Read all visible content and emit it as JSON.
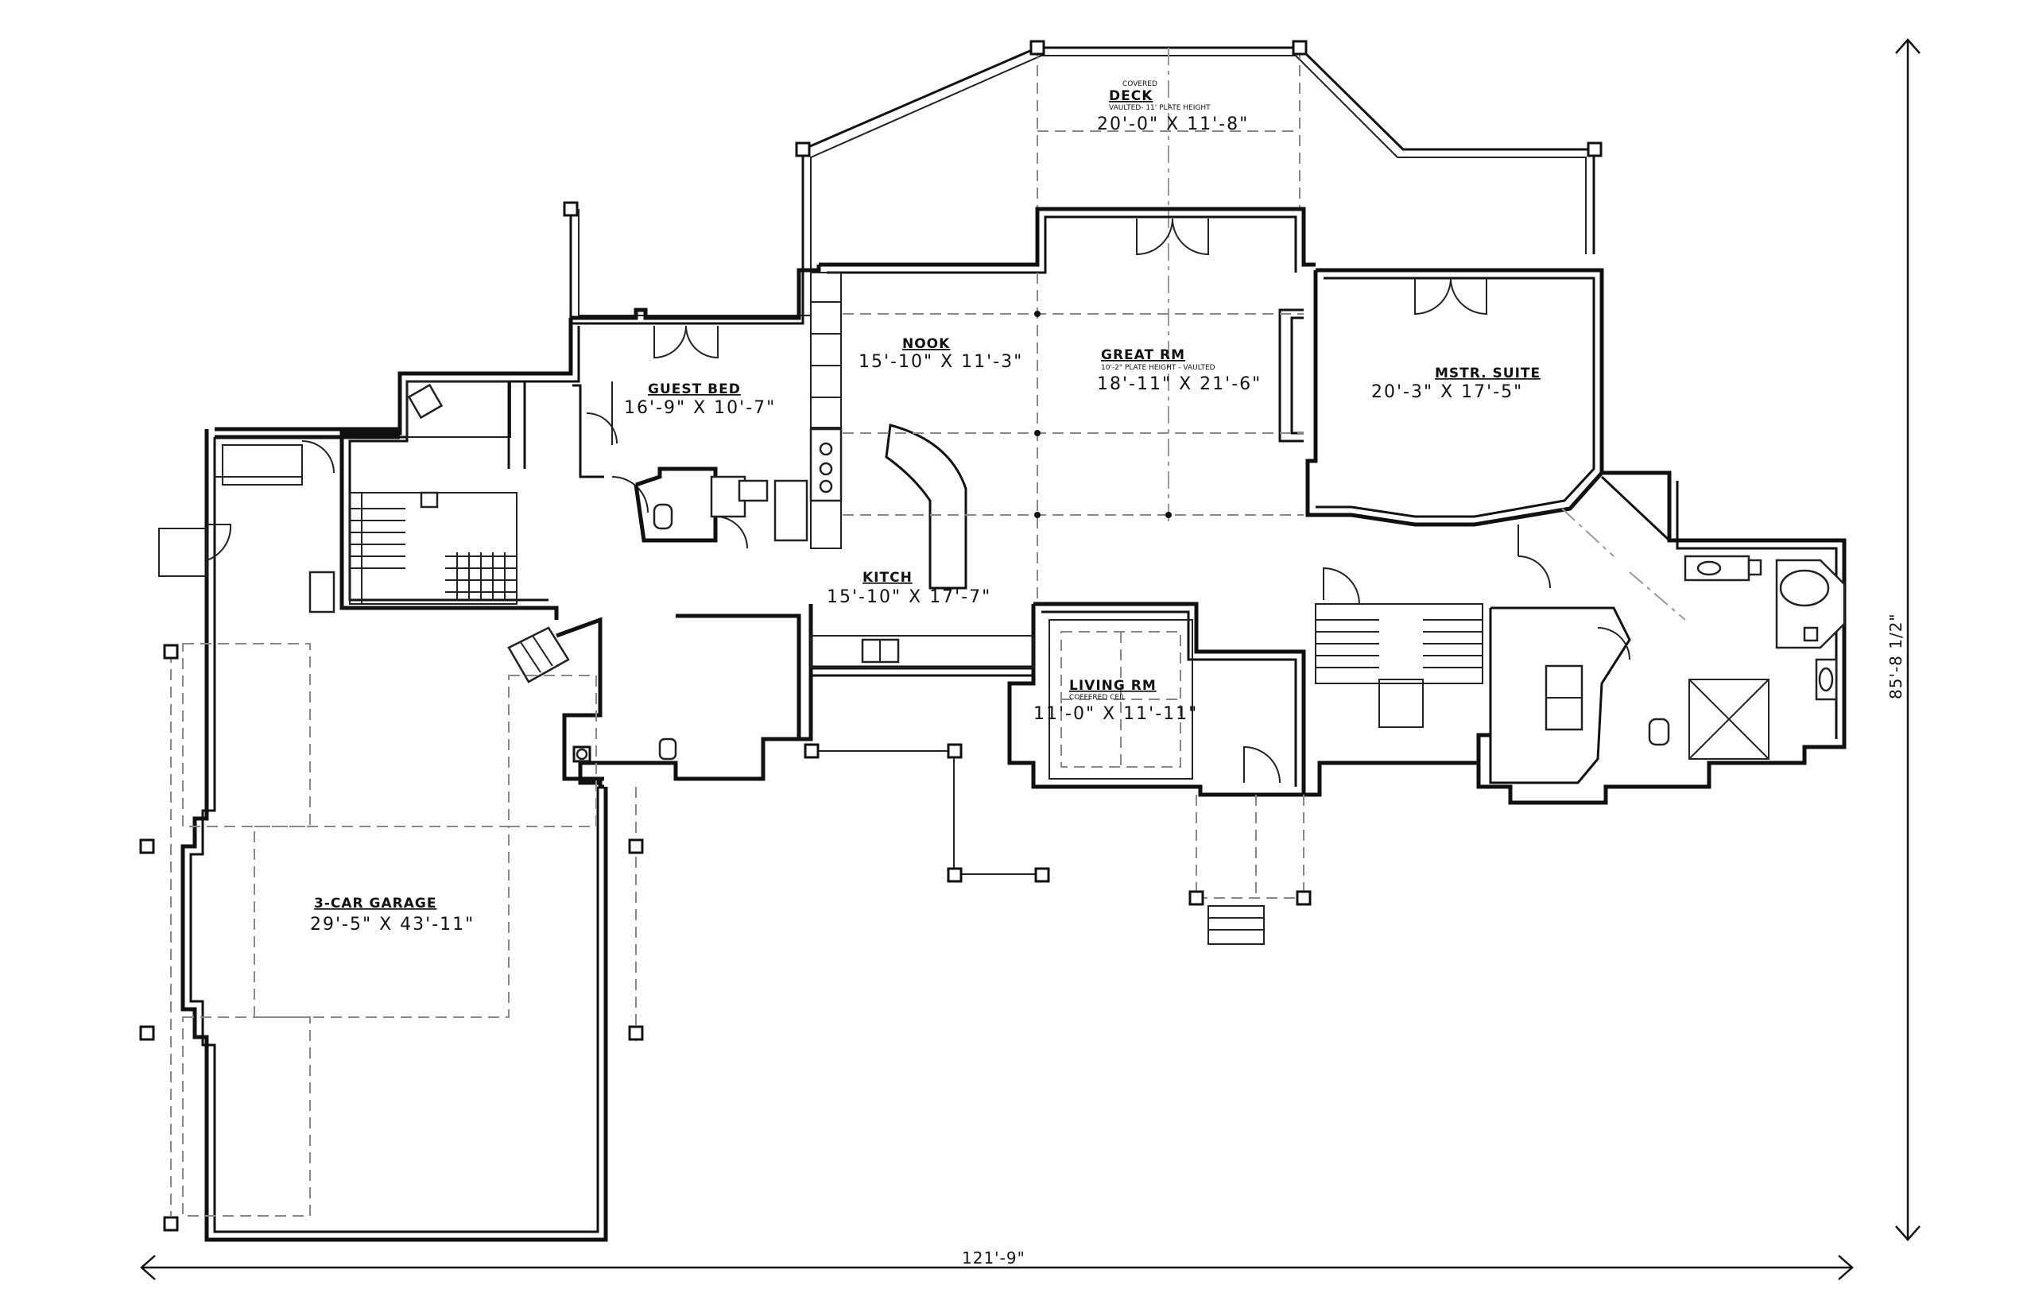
{
  "rooms": {
    "deck": {
      "note_top": "COVERED",
      "name": "DECK",
      "note": "VAULTED- 11' PLATE HEIGHT",
      "dims": "20'-0\" X 11'-8\""
    },
    "nook": {
      "name": "NOOK",
      "dims": "15'-10\" X 11'-3\""
    },
    "great_rm": {
      "name": "GREAT RM",
      "note": "10'-2\" PLATE HEIGHT - VAULTED",
      "dims": "18'-11\" X 21'-6\""
    },
    "mstr_suite": {
      "name": "MSTR. SUITE",
      "dims": "20'-3\" X 17'-5\""
    },
    "guest_bed": {
      "name": "GUEST BED",
      "dims": "16'-9\" X 10'-7\""
    },
    "kitch": {
      "name": "KITCH",
      "dims": "15'-10\" X 17'-7\""
    },
    "living_rm": {
      "name": "LIVING RM",
      "note": "COFFERED CEIL",
      "dims": "11'-0\" X 11'-11\""
    },
    "garage": {
      "name": "3-CAR GARAGE",
      "dims": "29'-5\" X 43'-11\""
    }
  },
  "overall": {
    "width": "121'-9\"",
    "depth": "85'-8 1/2\""
  }
}
